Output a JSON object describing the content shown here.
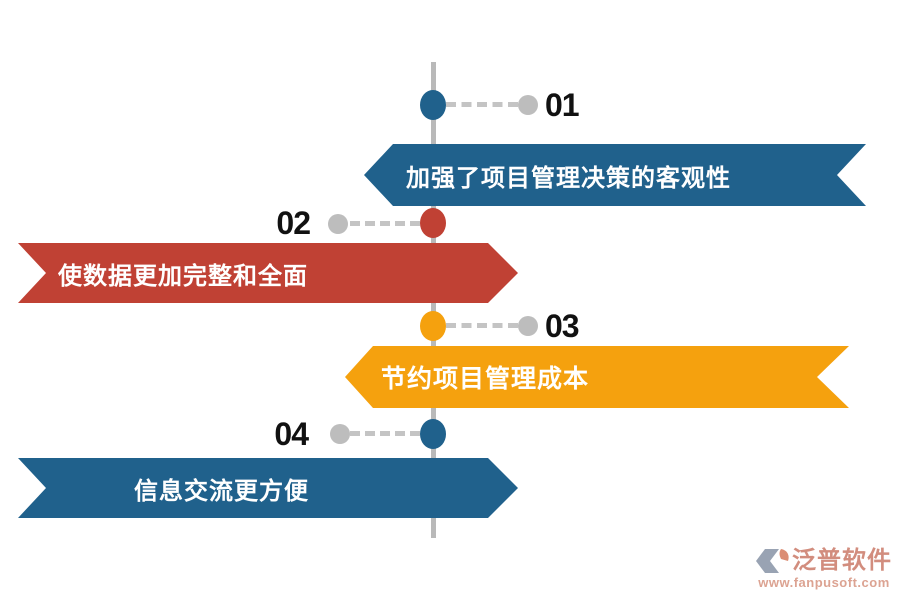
{
  "colors": {
    "blue": "#20618C",
    "red": "#C04134",
    "orange": "#F5A10E",
    "gray": "#BDBDBD",
    "number_text": "#111111",
    "banner_text": "#FFFFFF"
  },
  "timeline": {
    "items": [
      {
        "number": "01",
        "label": "加强了项目管理决策的客观性",
        "side": "right",
        "color": "#20618C"
      },
      {
        "number": "02",
        "label": "使数据更加完整和全面",
        "side": "left",
        "color": "#C04134"
      },
      {
        "number": "03",
        "label": "节约项目管理成本",
        "side": "right",
        "color": "#F5A10E"
      },
      {
        "number": "04",
        "label": "信息交流更方便",
        "side": "left",
        "color": "#20618C"
      }
    ]
  },
  "watermark": {
    "brand": "泛普软件",
    "url": "www.fanpusoft.com",
    "icon_colors": {
      "left": "#99A3B3",
      "right": "#DB8D74"
    }
  }
}
